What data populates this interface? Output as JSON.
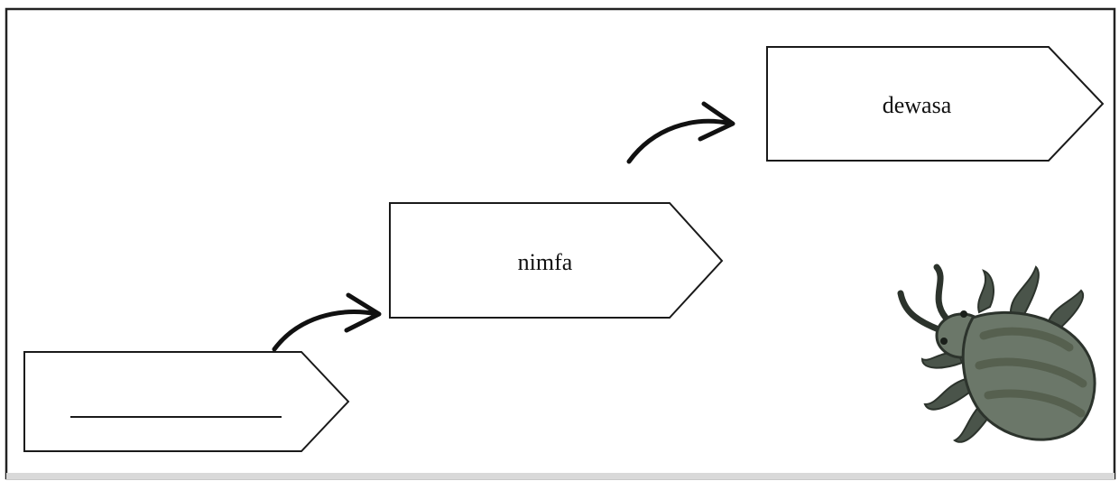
{
  "diagram": {
    "stages": [
      {
        "id": "stage-1",
        "label": "",
        "blank": true
      },
      {
        "id": "stage-2",
        "label": "nimfa",
        "blank": false
      },
      {
        "id": "stage-3",
        "label": "dewasa",
        "blank": false
      }
    ],
    "illustration": {
      "subject": "louse",
      "icon": "louse-icon"
    },
    "colors": {
      "stroke": "#1a1a1a",
      "fill": "#ffffff",
      "frame": "#222222",
      "louse_body": "#6b7769",
      "louse_dark": "#4a544a",
      "louse_outline": "#2c332c"
    }
  }
}
